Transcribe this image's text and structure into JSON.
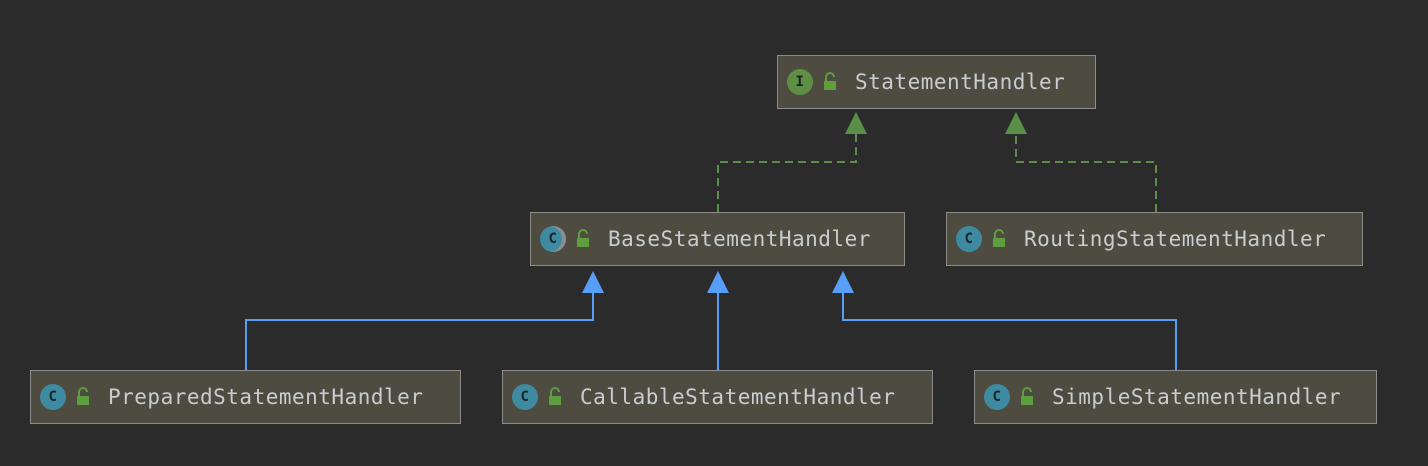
{
  "nodes": [
    {
      "id": "statement-handler",
      "label": "StatementHandler",
      "kind": "interface",
      "kind_glyph": "I"
    },
    {
      "id": "base-statement-handler",
      "label": "BaseStatementHandler",
      "kind": "abstract",
      "kind_glyph": "C"
    },
    {
      "id": "routing-statement-handler",
      "label": "RoutingStatementHandler",
      "kind": "class",
      "kind_glyph": "C"
    },
    {
      "id": "prepared-statement-handler",
      "label": "PreparedStatementHandler",
      "kind": "class",
      "kind_glyph": "C"
    },
    {
      "id": "callable-statement-handler",
      "label": "CallableStatementHandler",
      "kind": "class",
      "kind_glyph": "C"
    },
    {
      "id": "simple-statement-handler",
      "label": "SimpleStatementHandler",
      "kind": "class",
      "kind_glyph": "C"
    }
  ],
  "edges": [
    {
      "from": "base-statement-handler",
      "to": "statement-handler",
      "type": "implements"
    },
    {
      "from": "routing-statement-handler",
      "to": "statement-handler",
      "type": "implements"
    },
    {
      "from": "prepared-statement-handler",
      "to": "base-statement-handler",
      "type": "extends"
    },
    {
      "from": "callable-statement-handler",
      "to": "base-statement-handler",
      "type": "extends"
    },
    {
      "from": "simple-statement-handler",
      "to": "base-statement-handler",
      "type": "extends"
    }
  ],
  "colors": {
    "background": "#2b2b2b",
    "node_fill": "#4e4b41",
    "implements_edge": "#5a8f4a",
    "extends_edge": "#589df6",
    "interface_badge": "#5e8f45",
    "class_badge": "#3d8aa1",
    "access_lock": "#5e9e3e"
  }
}
